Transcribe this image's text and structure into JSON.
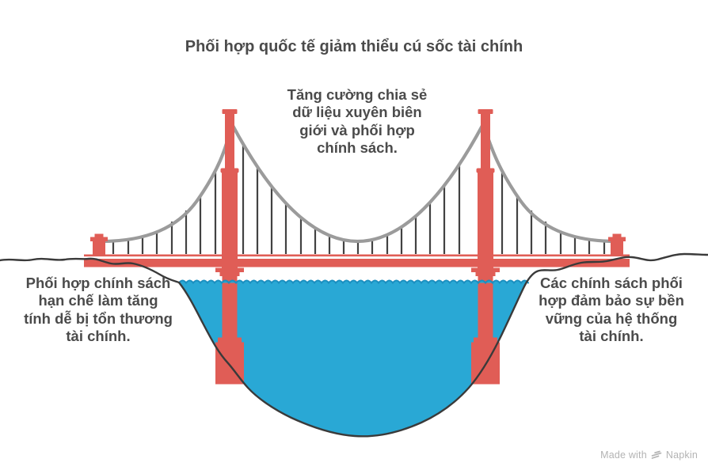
{
  "title": "Phối hợp quốc tế giảm thiểu cú sốc tài chính",
  "annotations": {
    "top": "Tăng cường chia sẻ\ndữ liệu xuyên biên\ngiới và phối hợp\nchính sách.",
    "left": "Phối hợp chính sách\nhạn chế làm tăng\ntính dễ bị tổn thương\ntài chính.",
    "right": "Các chính sách phối\nhợp đảm bảo sự bền\nvững của hệ thống\ntài chính."
  },
  "credit": {
    "made_with": "Made with",
    "brand": "Napkin"
  },
  "icons": {
    "napkin_logo": "napkin-strokes-icon"
  },
  "colors": {
    "background": "#FFFFFF",
    "bridge_red": "#E05D56",
    "cable_gray": "#9B9B9B",
    "suspender_dark": "#424242",
    "terrain_outline": "#3A3A3A",
    "water_fill": "#29A8D5",
    "wave_line": "#1B8FC0",
    "text": "#4B4B4B",
    "credit_text": "#B3B3B3"
  }
}
